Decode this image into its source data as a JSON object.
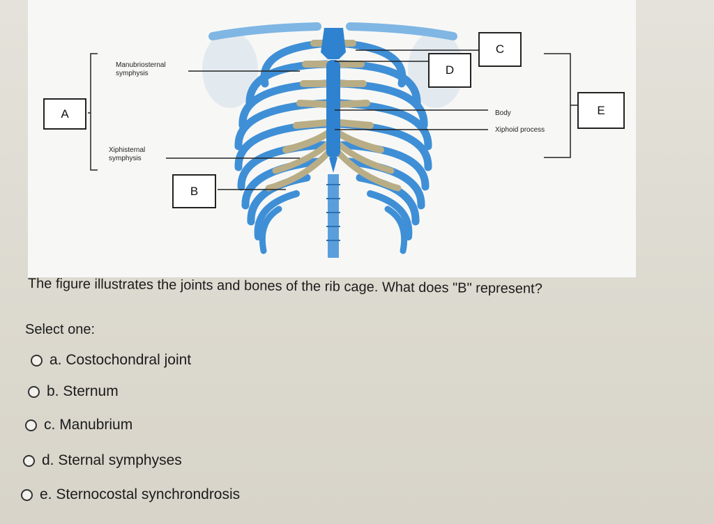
{
  "figure": {
    "boxes": {
      "a": "A",
      "b": "B",
      "c": "C",
      "d": "D",
      "e": "E"
    },
    "labels": {
      "manubriosternal_line1": "Manubriosternal",
      "manubriosternal_line2": "symphysis",
      "xiphisternal_line1": "Xiphisternal",
      "xiphisternal_line2": "symphysis",
      "body": "Body",
      "xiphoid": "Xiphoid process"
    },
    "colors": {
      "rib_blue": "#3f8fd6",
      "cartilage_tan": "#b9ad86",
      "sternum_blue": "#2f82cf"
    }
  },
  "question": {
    "text": "The figure illustrates the joints and bones of the rib cage. What does \"B\" represent?",
    "select_one": "Select one:",
    "options": [
      {
        "letter": "a.",
        "text": "Costochondral joint"
      },
      {
        "letter": "b.",
        "text": "Sternum"
      },
      {
        "letter": "c.",
        "text": "Manubrium"
      },
      {
        "letter": "d.",
        "text": "Sternal symphyses"
      },
      {
        "letter": "e.",
        "text": "Sternocostal synchrondrosis"
      }
    ]
  }
}
